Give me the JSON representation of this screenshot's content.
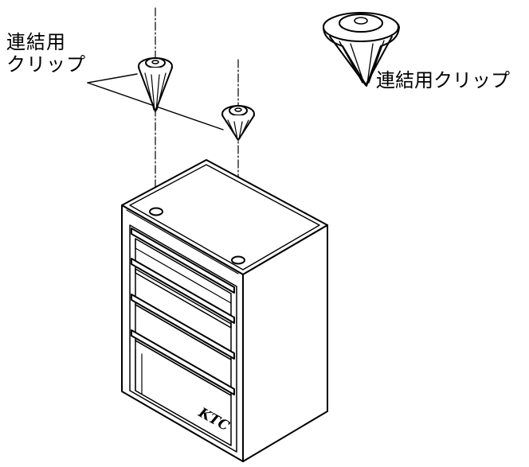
{
  "labels": {
    "left_line1": "連結用",
    "left_line2": "クリップ",
    "right": "連結用クリップ"
  },
  "cabinet": {
    "brand": "KTC"
  },
  "colors": {
    "stroke": "#000000",
    "background": "#ffffff"
  }
}
